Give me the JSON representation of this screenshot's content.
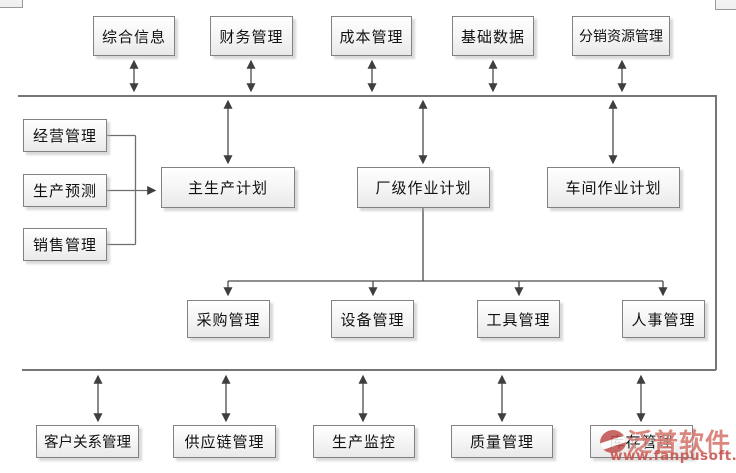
{
  "diagram": {
    "top_row": [
      "综合信息",
      "财务管理",
      "成本管理",
      "基础数据",
      "分销资源管理"
    ],
    "left_column": [
      "经营管理",
      "生产预测",
      "销售管理"
    ],
    "planning_row": [
      "主生产计划",
      "厂级作业计划",
      "车间作业计划"
    ],
    "resource_row": [
      "采购管理",
      "设备管理",
      "工具管理",
      "人事管理"
    ],
    "bottom_row": [
      "客户关系管理",
      "供应链管理",
      "生产监控",
      "质量管理",
      "库存管理"
    ]
  },
  "watermark": {
    "brand": "泛普软件",
    "url": "www.fanpusoft.com"
  },
  "colors": {
    "box_border": "#828282",
    "frame_line": "#767676",
    "connector": "#4b4b4b",
    "watermark_red": "#c0504d"
  }
}
